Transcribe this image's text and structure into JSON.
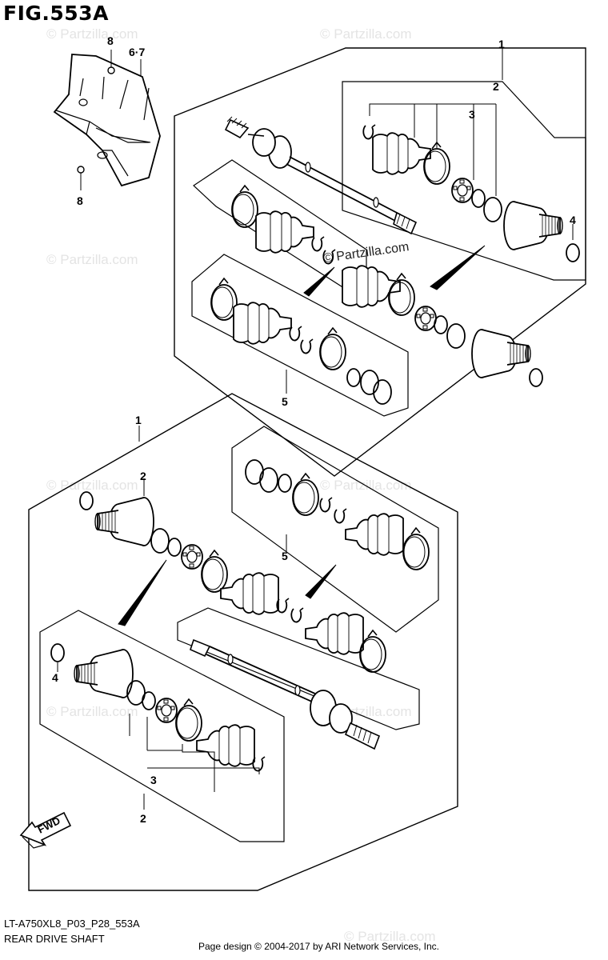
{
  "figure": {
    "title": "FIG.553A",
    "code": "LT-A750XL8_P03_P28_553A",
    "name": "REAR DRIVE SHAFT",
    "credit": "Page design © 2004-2017 by ARI Network Services, Inc."
  },
  "watermark": {
    "text": "© Partzilla.com",
    "center_text": "© Partzilla.com"
  },
  "callouts": {
    "c1_top": "1",
    "c2_top": "2",
    "c3_top": "3",
    "c4_top": "4",
    "c5_top": "5",
    "c1_bottom": "1",
    "c2_bottom": "2",
    "c3_bottom": "3",
    "c4_bottom": "4",
    "c5_bottom": "5",
    "c67": "6·7",
    "c8_top": "8",
    "c8_bottom": "8"
  },
  "fwd": {
    "label": "FWD"
  },
  "colors": {
    "line": "#000000",
    "watermark": "#e4e4e4"
  }
}
